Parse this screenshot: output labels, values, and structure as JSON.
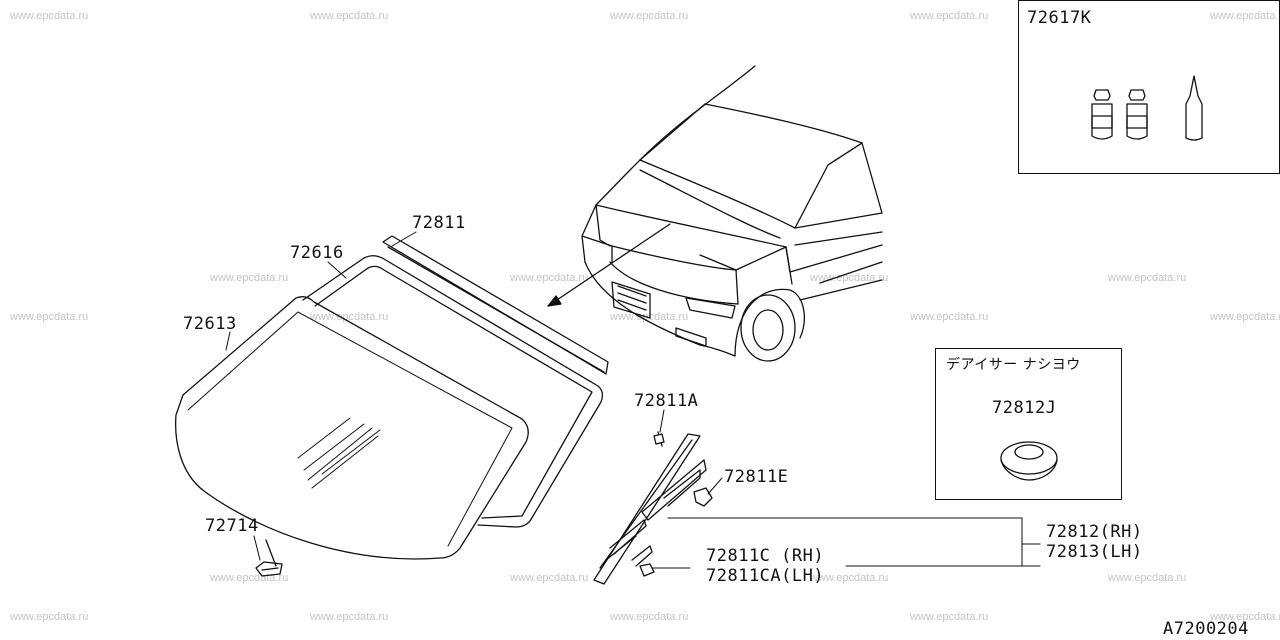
{
  "watermark": "www.epcdata.ru",
  "diagram_code": "A7200204",
  "parts": {
    "p72617K": "72617K",
    "p72811": "72811",
    "p72616": "72616",
    "p72613": "72613",
    "p72714": "72714",
    "p72811A": "72811A",
    "p72811E": "72811E",
    "p72812RH": "72812(RH)",
    "p72813LH": "72813(LH)",
    "p72811C": "72811C (RH)",
    "p72811CA": "72811CA(LH)",
    "p72812J": "72812J"
  },
  "inset_note": "デアイサー ナシヨウ"
}
